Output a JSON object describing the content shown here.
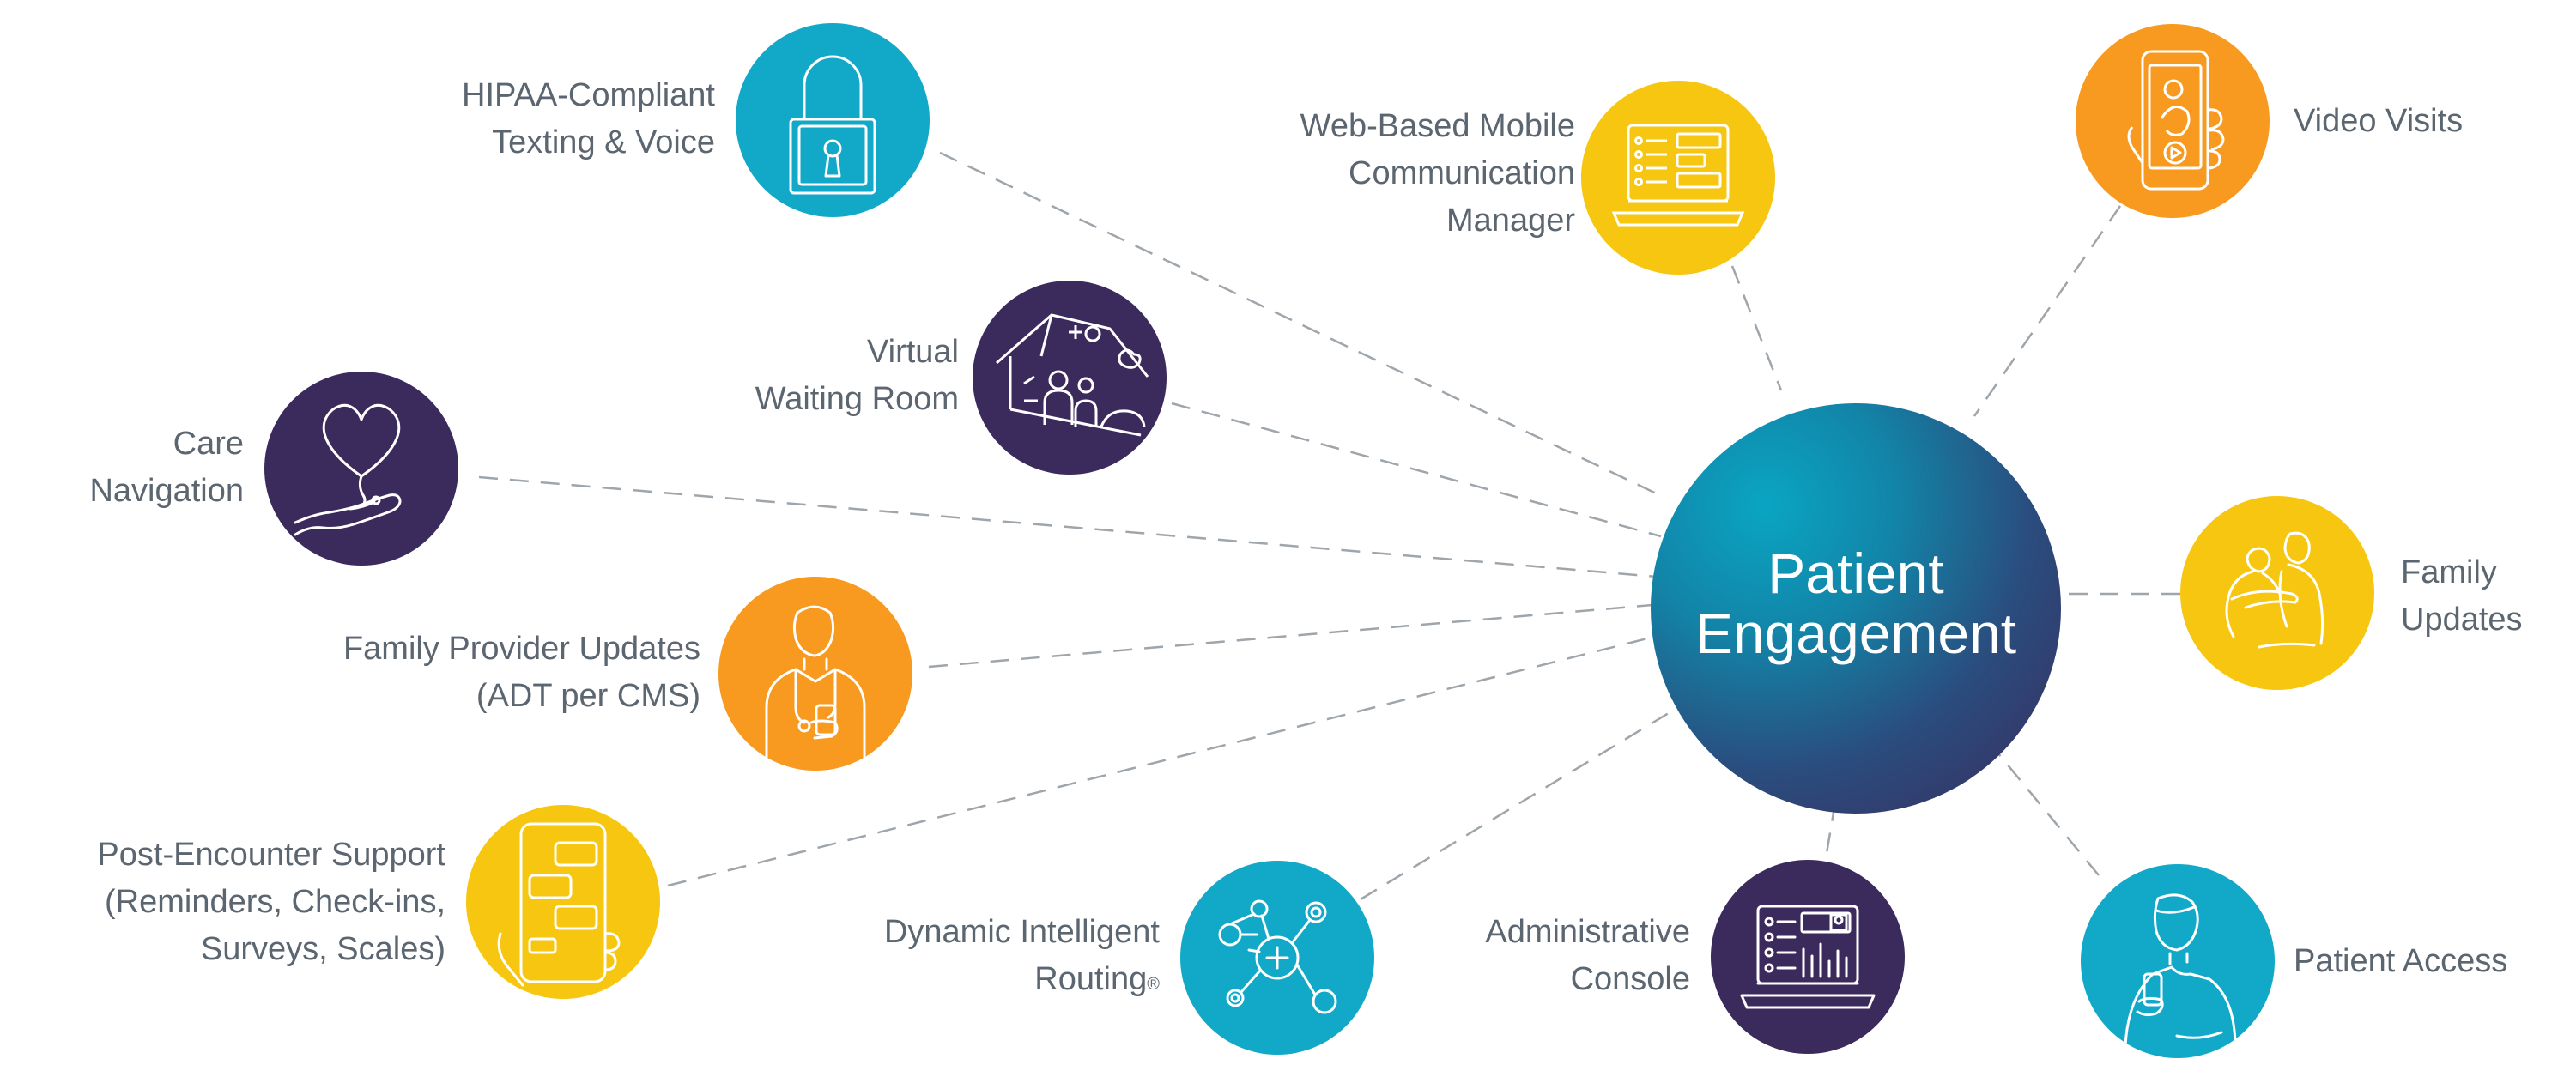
{
  "colors": {
    "teal": "#12a9c8",
    "gold": "#f6c611",
    "orange": "#f79a1f",
    "purple": "#3b2a5c",
    "line": "#9ea5ab",
    "label": "#5c6670"
  },
  "center": {
    "line1": "Patient",
    "line2": "Engagement"
  },
  "nodes": [
    {
      "id": "hipaa",
      "color": "teal",
      "icon": "padlock-icon",
      "label_lines": [
        "HIPAA-Compliant",
        "Texting & Voice"
      ]
    },
    {
      "id": "web-based",
      "color": "gold",
      "icon": "laptop-icon",
      "label_lines": [
        "Web-Based Mobile",
        "Communication",
        "Manager"
      ]
    },
    {
      "id": "video",
      "color": "orange",
      "icon": "phone-video-icon",
      "label_lines": [
        "Video Visits"
      ]
    },
    {
      "id": "virtual",
      "color": "purple",
      "icon": "waiting-room-icon",
      "label_lines": [
        "Virtual",
        "Waiting Room"
      ]
    },
    {
      "id": "care",
      "color": "purple",
      "icon": "heart-hand-icon",
      "label_lines": [
        "Care",
        "Navigation"
      ]
    },
    {
      "id": "family-updates",
      "color": "gold",
      "icon": "family-embrace-icon",
      "label_lines": [
        "Family",
        "Updates"
      ]
    },
    {
      "id": "family-provider",
      "color": "orange",
      "icon": "provider-phone-icon",
      "label_lines": [
        "Family Provider Updates",
        "(ADT per CMS)"
      ]
    },
    {
      "id": "post-encounter",
      "color": "gold",
      "icon": "chat-phone-icon",
      "label_lines": [
        "Post-Encounter Support",
        "(Reminders, Check-ins,",
        "Surveys, Scales)"
      ]
    },
    {
      "id": "routing",
      "color": "teal",
      "icon": "network-plus-icon",
      "label_lines": [
        "Dynamic Intelligent",
        "Routing"
      ],
      "reg_mark": "®"
    },
    {
      "id": "admin",
      "color": "purple",
      "icon": "dashboard-laptop-icon",
      "label_lines": [
        "Administrative",
        "Console"
      ]
    },
    {
      "id": "patient-access",
      "color": "teal",
      "icon": "person-phone-icon",
      "label_lines": [
        "Patient Access"
      ]
    }
  ]
}
